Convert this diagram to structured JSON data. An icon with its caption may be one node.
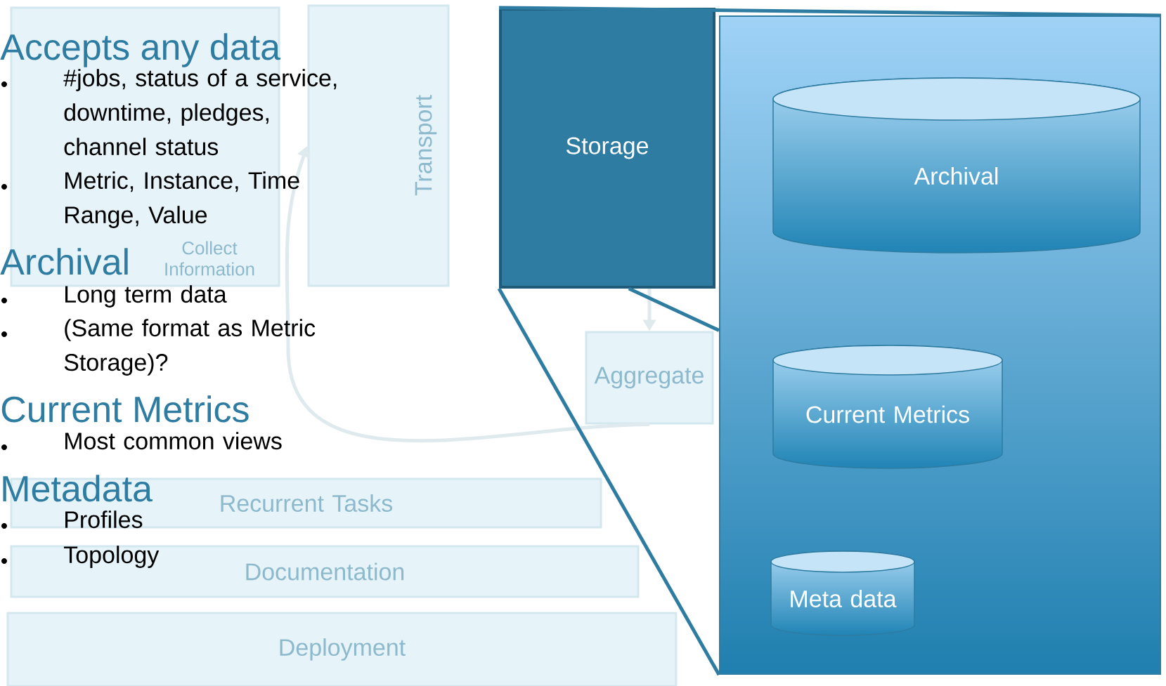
{
  "diagram": {
    "nodes": [
      {
        "text": [
          "Collect Information"
        ]
      },
      {
        "text": [
          "Transport"
        ]
      },
      {
        "text": [
          "Storage"
        ]
      },
      {
        "text": [],
        "shape": "box"
      },
      {
        "text": [
          "Archival"
        ],
        "in": 3
      },
      {
        "text": [
          "Current Metrics"
        ],
        "in": 3
      },
      {
        "text": [
          "Meta data"
        ],
        "in": 3
      },
      {
        "text": [
          "Aggregate"
        ]
      },
      {
        "text": [
          "Recurrent Tasks"
        ]
      },
      {
        "text": [
          "Documentation"
        ]
      },
      {
        "text": [
          "Deployment"
        ]
      }
    ],
    "edges": [
      {
        "from": 2,
        "to": 7,
        "arrow": "to",
        "color": "#dfeaef"
      },
      {
        "from": 7,
        "to": 1,
        "arrow": "to",
        "color": "#dfeaef"
      },
      {
        "from": 2,
        "to": 3,
        "arrow": "none"
      },
      {
        "from": 2,
        "to": 3,
        "arrow": "none"
      },
      {
        "from": 2,
        "to": 3,
        "arrow": "none"
      }
    ],
    "labels": [
      "Accepts any data",
      "#jobs, status of a service, downtime, pledges, channel status",
      "Metric, Instance, Time Range, Value",
      "Archival",
      "Long term data",
      "(Same format as Metric Storage)?",
      "Current Metrics",
      "Most common views",
      "Metadata",
      "Profiles",
      "Topology"
    ]
  }
}
